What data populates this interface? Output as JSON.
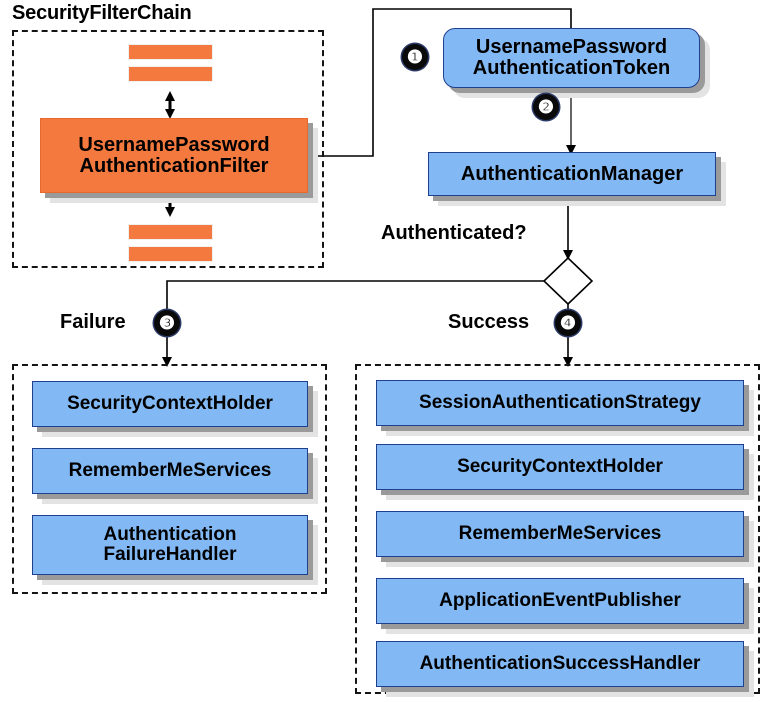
{
  "diagram": {
    "title_text": "SecurityFilterChain",
    "type": "flowchart",
    "colors": {
      "filter_orange": "#f4793e",
      "component_blue": "#82b9f4",
      "badge_black": "#0a0a0a",
      "border_dark": "#141414",
      "shadow_dark": "#9a9a9a",
      "shadow_light": "#e3e3e3"
    }
  },
  "filter_chain_group": {
    "title": "SecurityFilterChain",
    "top_bars": [
      "filter-bar-top-1",
      "filter-bar-top-2"
    ],
    "bottom_bars": [
      "filter-bar-bottom-1",
      "filter-bar-bottom-2"
    ],
    "main_filter": {
      "line1": "UsernamePassword",
      "line2": "AuthenticationFilter",
      "label": "UsernamePassword\nAuthenticationFilter"
    }
  },
  "flow": {
    "token": {
      "line1": "UsernamePassword",
      "line2": "AuthenticationToken",
      "label": "UsernamePassword\nAuthenticationToken"
    },
    "manager": {
      "label": "AuthenticationManager"
    },
    "decision_label": "Authenticated?",
    "failure_label": "Failure",
    "success_label": "Success"
  },
  "badges": {
    "one": "❶",
    "two": "❷",
    "three": "❸",
    "four": "❹"
  },
  "failure_group": {
    "items": [
      {
        "label": "SecurityContextHolder"
      },
      {
        "label": "RememberMeServices"
      },
      {
        "label": "Authentication\nFailureHandler"
      }
    ]
  },
  "success_group": {
    "items": [
      {
        "label": "SessionAuthenticationStrategy"
      },
      {
        "label": "SecurityContextHolder"
      },
      {
        "label": "RememberMeServices"
      },
      {
        "label": "ApplicationEventPublisher"
      },
      {
        "label": "AuthenticationSuccessHandler"
      }
    ]
  }
}
